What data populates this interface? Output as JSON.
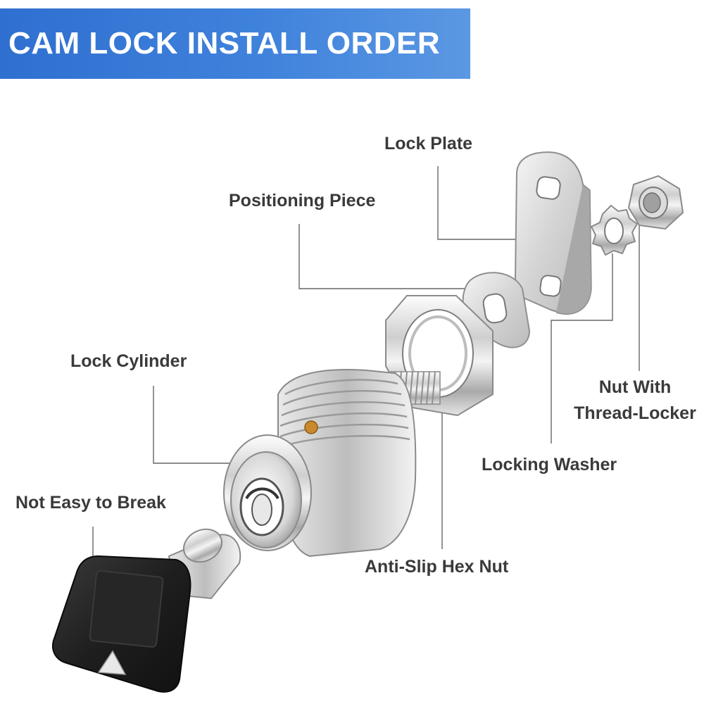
{
  "header": {
    "title": "CAM LOCK INSTALL ORDER"
  },
  "labels": {
    "lock_plate": "Lock Plate",
    "positioning_piece": "Positioning Piece",
    "lock_cylinder": "Lock Cylinder",
    "nut_with_thread_locker_line1": "Nut With",
    "nut_with_thread_locker_line2": "Thread-Locker",
    "locking_washer": "Locking Washer",
    "not_easy_to_break": "Not Easy to Break",
    "anti_slip_hex_nut": "Anti-Slip Hex Nut"
  },
  "colors": {
    "banner": "#3a7ad8",
    "label_text": "#3a3a3a",
    "leader_line": "#666666",
    "metal_light": "#f2f2f2",
    "metal_dark": "#9a9a9a",
    "key_black": "#1c1c1c",
    "brass_pin": "#c98a2e"
  }
}
